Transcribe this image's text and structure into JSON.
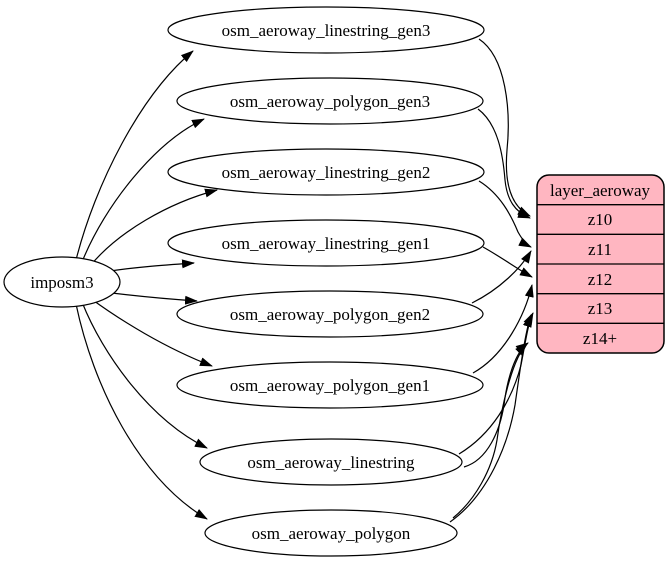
{
  "diagram": {
    "kind": "etl-graph",
    "source": {
      "label": "imposm3"
    },
    "tables": [
      {
        "label": "osm_aeroway_linestring_gen3"
      },
      {
        "label": "osm_aeroway_polygon_gen3"
      },
      {
        "label": "osm_aeroway_linestring_gen2"
      },
      {
        "label": "osm_aeroway_linestring_gen1"
      },
      {
        "label": "osm_aeroway_polygon_gen2"
      },
      {
        "label": "osm_aeroway_polygon_gen1"
      },
      {
        "label": "osm_aeroway_linestring"
      },
      {
        "label": "osm_aeroway_polygon"
      }
    ],
    "layer": {
      "title": "layer_aeroway",
      "rows": [
        "z10",
        "z11",
        "z12",
        "z13",
        "z14+"
      ],
      "fill_color": "#ffb6c1",
      "stroke_color": "#000000"
    },
    "edges": [
      {
        "from": "imposm3",
        "to": "osm_aeroway_linestring_gen3"
      },
      {
        "from": "imposm3",
        "to": "osm_aeroway_polygon_gen3"
      },
      {
        "from": "imposm3",
        "to": "osm_aeroway_linestring_gen2"
      },
      {
        "from": "imposm3",
        "to": "osm_aeroway_linestring_gen1"
      },
      {
        "from": "imposm3",
        "to": "osm_aeroway_polygon_gen2"
      },
      {
        "from": "imposm3",
        "to": "osm_aeroway_polygon_gen1"
      },
      {
        "from": "imposm3",
        "to": "osm_aeroway_linestring"
      },
      {
        "from": "imposm3",
        "to": "osm_aeroway_polygon"
      },
      {
        "from": "osm_aeroway_linestring_gen3",
        "to": "layer_aeroway:z10"
      },
      {
        "from": "osm_aeroway_polygon_gen3",
        "to": "layer_aeroway:z10"
      },
      {
        "from": "osm_aeroway_linestring_gen2",
        "to": "layer_aeroway:z11"
      },
      {
        "from": "osm_aeroway_polygon_gen2",
        "to": "layer_aeroway:z11"
      },
      {
        "from": "osm_aeroway_linestring_gen1",
        "to": "layer_aeroway:z12"
      },
      {
        "from": "osm_aeroway_polygon_gen1",
        "to": "layer_aeroway:z12"
      },
      {
        "from": "osm_aeroway_linestring",
        "to": "layer_aeroway:z13"
      },
      {
        "from": "osm_aeroway_linestring",
        "to": "layer_aeroway:z14+"
      },
      {
        "from": "osm_aeroway_polygon",
        "to": "layer_aeroway:z13"
      },
      {
        "from": "osm_aeroway_polygon",
        "to": "layer_aeroway:z14+"
      }
    ]
  }
}
